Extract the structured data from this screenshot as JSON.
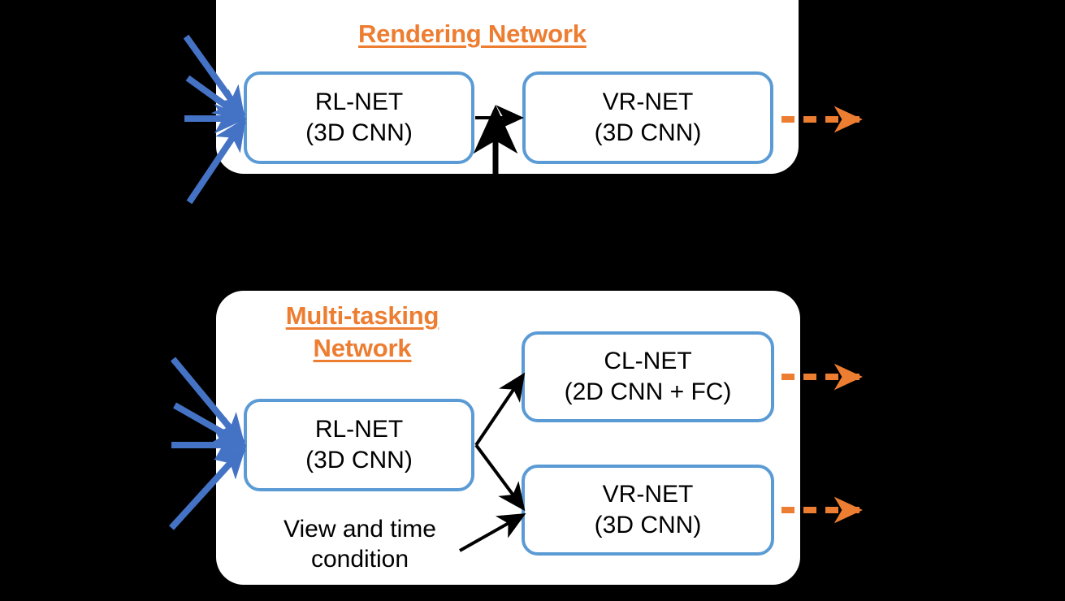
{
  "figure": {
    "background_color": "#000000",
    "panel_color": "#ffffff",
    "accent_orange": "#ED7D31",
    "accent_blue": "#5B9BD5",
    "ray_blue": "#4472C4"
  },
  "panels": [
    {
      "id": "rendering",
      "title": "Rendering Network",
      "title_lines": [
        "Rendering Network"
      ],
      "boxes": [
        {
          "id": "rl-top",
          "name": "RL-NET",
          "detail": "(3D CNN)"
        },
        {
          "id": "vr-top",
          "name": "VR-NET",
          "detail": "(3D CNN)"
        }
      ]
    },
    {
      "id": "multitasking",
      "title": "Multi-tasking Network",
      "title_lines": [
        "Multi-tasking",
        "Network"
      ],
      "boxes": [
        {
          "id": "rl-bot",
          "name": "RL-NET",
          "detail": "(3D CNN)"
        },
        {
          "id": "cl-bot",
          "name": "CL-NET",
          "detail": "(2D CNN + FC)"
        },
        {
          "id": "vr-bot",
          "name": "VR-NET",
          "detail": "(3D CNN)"
        }
      ],
      "caption_lines": [
        "View and time",
        "condition"
      ]
    }
  ],
  "boxes": {
    "rl_top": {
      "line1": "RL-NET",
      "line2": "(3D CNN)"
    },
    "vr_top": {
      "line1": "VR-NET",
      "line2": "(3D CNN)"
    },
    "rl_bot": {
      "line1": "RL-NET",
      "line2": "(3D CNN)"
    },
    "cl_bot": {
      "line1": "CL-NET",
      "line2": "(2D CNN + FC)"
    },
    "vr_bot": {
      "line1": "VR-NET",
      "line2": "(3D CNN)"
    }
  },
  "titles": {
    "rendering": "Rendering Network",
    "multitasking_line1": "Multi-tasking",
    "multitasking_line2": "Network"
  },
  "caption": {
    "view_time_line1": "View and time",
    "view_time_line2": "condition"
  }
}
